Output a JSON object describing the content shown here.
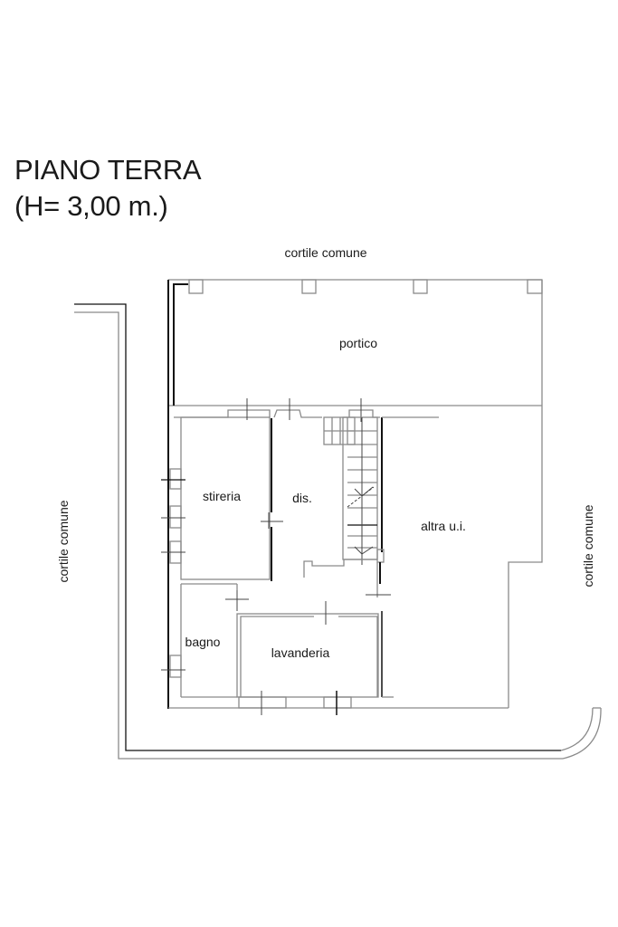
{
  "title": {
    "line1": "PIANO TERRA",
    "line2": "(H= 3,00 m.)"
  },
  "labels": {
    "top": "cortile comune",
    "left": "cortile comune",
    "right": "cortile comune"
  },
  "rooms": {
    "portico": "portico",
    "stireria": "stireria",
    "dis": "dis.",
    "altra": "altra u.i.",
    "bagno": "bagno",
    "lavanderia": "lavanderia"
  },
  "colors": {
    "wall_gray": "#8a8a8a",
    "wall_black": "#111111",
    "background": "#ffffff"
  }
}
